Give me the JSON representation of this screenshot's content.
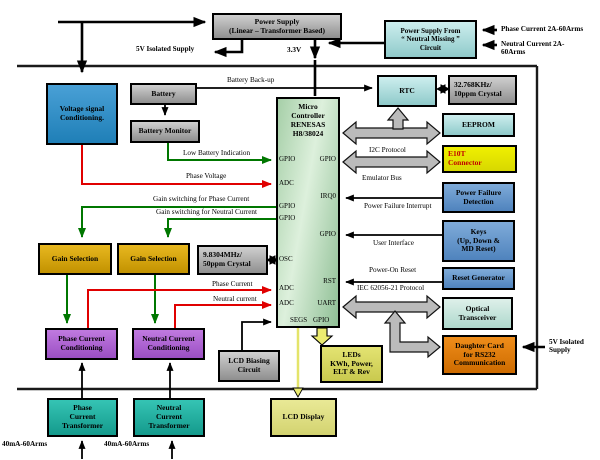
{
  "colors": {
    "wire_green": "#007700",
    "wire_red": "#e00000",
    "wire_yellow": "#e8e86a",
    "bus_gray": "#bbbbbb",
    "block_blue": "#2e8fc0",
    "block_cyan": "#9fd4d4",
    "block_gold": "#d9a900",
    "block_purple": "#b468d8",
    "block_teal": "#2ab5a5",
    "block_orange": "#e07b00",
    "block_yellow": "#e3e300",
    "mcu_green": "#b9d9b9"
  },
  "blocks": {
    "power_supply": "Power Supply\n(Linear – Transformer Based)",
    "neutral_missing": "Power Supply From\n“ Neutral Missing ”\nCircuit",
    "voltage_conditioning": "Voltage signal\nConditioning.",
    "battery": "Battery",
    "battery_monitor": "Battery Monitor",
    "rtc": "RTC",
    "crystal_32k": "32.768KHz/\n10ppm Crystal",
    "eeprom": "EEPROM",
    "e10t": "E10T\nConnector",
    "power_failure": "Power Failure\nDetection",
    "keys": "Keys\n(Up, Down &\nMD Reset)",
    "reset_generator": "Reset Generator",
    "optical": "Optical\nTransceiver",
    "daughter_card": "Daughter Card\nfor RS232\nCommunication",
    "gain_selection_1": "Gain Selection",
    "gain_selection_2": "Gain Selection",
    "crystal_98m": "9.8304MHz/\n50ppm Crystal",
    "phase_conditioning": "Phase Current\nConditioning",
    "neutral_conditioning": "Neutral Current\nConditioning",
    "lcd_biasing": "LCD Biasing\nCircuit",
    "leds": "LEDs\nKWh, Power,\nELT & Rev",
    "lcd_display": "LCD Display",
    "phase_transformer": "Phase\nCurrent\nTransformer",
    "neutral_transformer": "Neutral\nCurrent\nTransformer"
  },
  "mcu": {
    "title": "Micro\nController\nRENESAS\nH8/38024",
    "left_pins": [
      "GPIO",
      "ADC",
      "GPIO",
      "GPIO",
      "OSC",
      "ADC",
      "ADC"
    ],
    "right_pins": [
      "GPIO",
      "IRQ0",
      "GPIO",
      "RST",
      "UART"
    ],
    "bottom_pins": [
      "SEGS",
      "GPIO"
    ]
  },
  "wire_labels": {
    "supply_5v_left": "5V Isolated Supply",
    "rail_3v3": "3.3V",
    "phase_current_in": "Phase Current 2A-60Arms",
    "neutral_current_in": "Neutral Current 2A-\n60Arms",
    "battery_backup": "Battery Back-up",
    "low_battery": "Low Battery Indication",
    "phase_voltage": "Phase Voltage",
    "gain_phase": "Gain switching for Phase Current",
    "gain_neutral": "Gain switching for Neutral Current",
    "phase_current": "Phase Current",
    "neutral_current": "Neutral current",
    "i2c": "I2C Protocol",
    "emulator": "Emulator Bus",
    "power_failure_interrupt": "Power Failure Interrupt",
    "user_interface": "User Interface",
    "power_on_reset": "Power-On Reset",
    "iec": "IEC 62056-21 Protocol",
    "supply_5v_right": "5V Isolated\nSupply",
    "input_40ma_1": "40mA-60Arms",
    "input_40ma_2": "40mA-60Arms"
  }
}
